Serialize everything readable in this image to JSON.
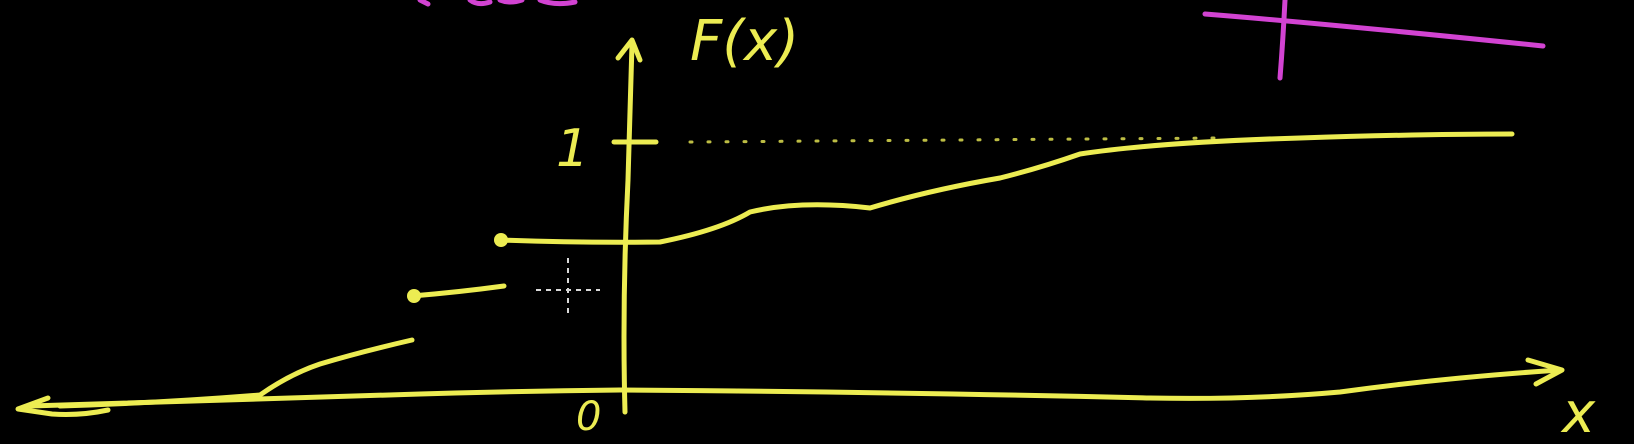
{
  "axes": {
    "y_axis_label": "F(x)",
    "x_axis_label": "x",
    "origin_label": "0",
    "y_tick_label": "1"
  },
  "colors": {
    "background": "#000000",
    "curve_ink": "#ecec52",
    "accent_ink": "#d243d2",
    "cursor": "#d9d9d9"
  }
}
